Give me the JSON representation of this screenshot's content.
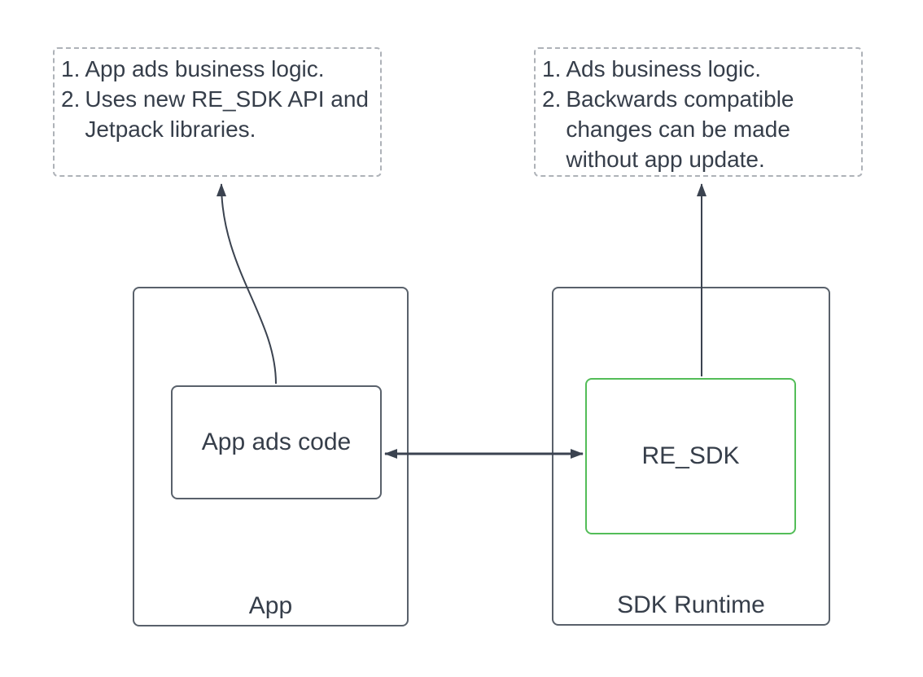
{
  "annotation_left": {
    "items": [
      {
        "marker": "1.",
        "text": "App ads business logic."
      },
      {
        "marker": "2.",
        "text": "Uses new RE_SDK API and Jetpack libraries."
      }
    ]
  },
  "annotation_right": {
    "items": [
      {
        "marker": "1.",
        "text": "Ads business logic."
      },
      {
        "marker": "2.",
        "text": "Backwards compatible changes can be made without app update."
      }
    ]
  },
  "app_container": {
    "label": "App"
  },
  "app_ads_code_node": {
    "label": "App ads code"
  },
  "sdk_runtime_container": {
    "label": "SDK Runtime"
  },
  "re_sdk_node": {
    "label": "RE_SDK"
  },
  "colors": {
    "background": "#ffffff",
    "node_border": "#59616b",
    "re_sdk_accent": "#53bd58",
    "annotation_border": "#aeb2b8",
    "text": "#363e4a",
    "connector": "#3b4350"
  }
}
